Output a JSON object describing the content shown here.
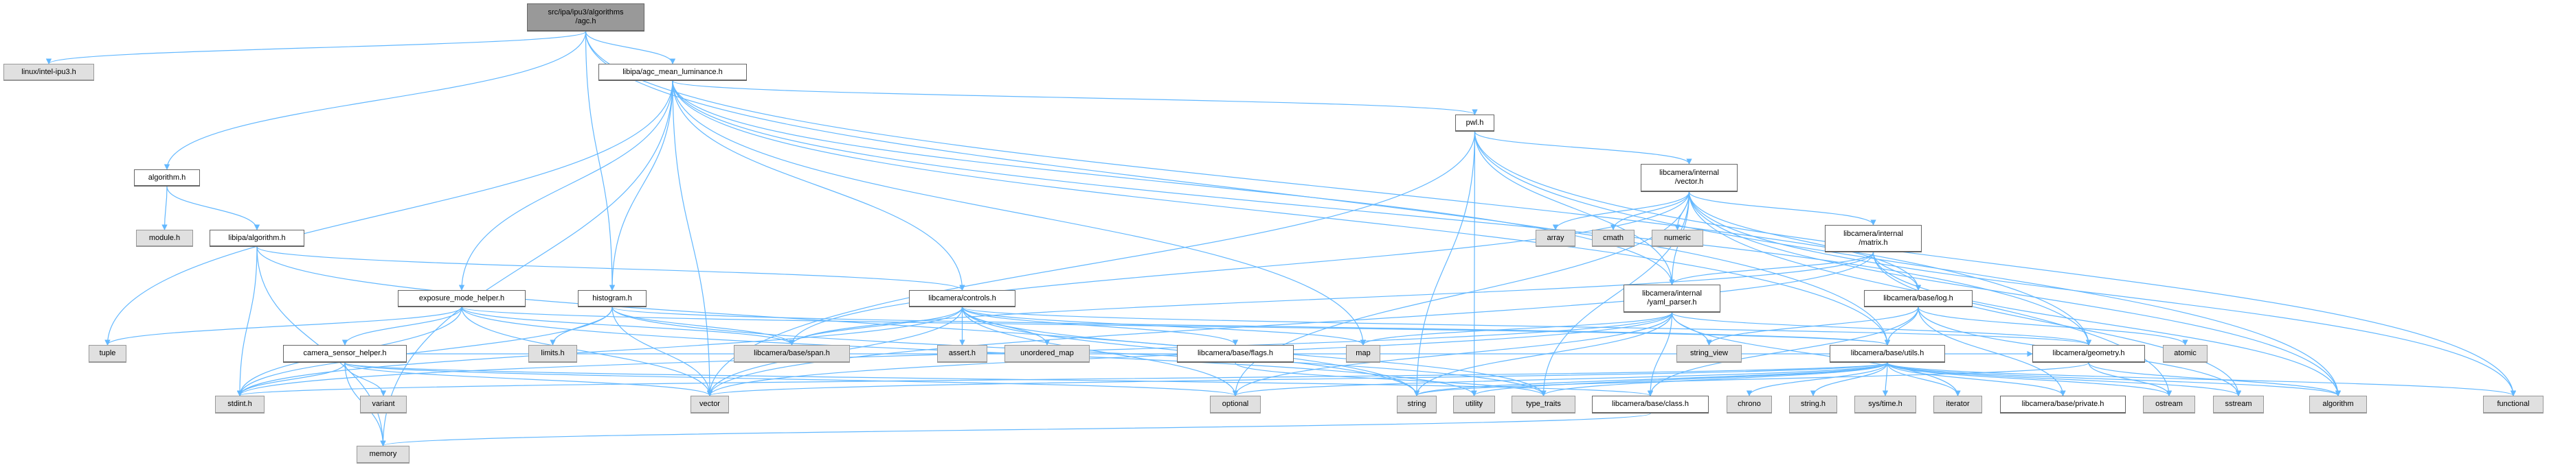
{
  "title": "src/ipa/ipu3/algorithms/agc.h include dependency graph",
  "colors": {
    "edge": "#63b8ff",
    "main_fill": "#999999",
    "internal_fill": "#ffffff",
    "external_fill": "#e0e0e0"
  },
  "nodes": [
    {
      "id": "agc",
      "label": "src/ipa/ipu3/algorithms\n/agc.h",
      "kind": "main"
    },
    {
      "id": "ipu3",
      "label": "linux/intel-ipu3.h",
      "kind": "external"
    },
    {
      "id": "aml",
      "label": "libipa/agc_mean_luminance.h",
      "kind": "internal"
    },
    {
      "id": "algorithm_h",
      "label": "algorithm.h",
      "kind": "internal"
    },
    {
      "id": "module_h",
      "label": "module.h",
      "kind": "external"
    },
    {
      "id": "libipa_algorithm",
      "label": "libipa/algorithm.h",
      "kind": "internal"
    },
    {
      "id": "emh",
      "label": "exposure_mode_helper.h",
      "kind": "internal"
    },
    {
      "id": "histogram",
      "label": "histogram.h",
      "kind": "internal"
    },
    {
      "id": "csh",
      "label": "camera_sensor_helper.h",
      "kind": "internal"
    },
    {
      "id": "tuple",
      "label": "tuple",
      "kind": "external"
    },
    {
      "id": "limits",
      "label": "limits.h",
      "kind": "external"
    },
    {
      "id": "stdint",
      "label": "stdint.h",
      "kind": "external"
    },
    {
      "id": "variant",
      "label": "variant",
      "kind": "external"
    },
    {
      "id": "memory",
      "label": "memory",
      "kind": "external"
    },
    {
      "id": "controls",
      "label": "libcamera/controls.h",
      "kind": "internal"
    },
    {
      "id": "span",
      "label": "libcamera/base/span.h",
      "kind": "external"
    },
    {
      "id": "assert",
      "label": "assert.h",
      "kind": "external"
    },
    {
      "id": "unordered_map",
      "label": "unordered_map",
      "kind": "external"
    },
    {
      "id": "flags",
      "label": "libcamera/base/flags.h",
      "kind": "internal"
    },
    {
      "id": "map",
      "label": "map",
      "kind": "external"
    },
    {
      "id": "vector",
      "label": "vector",
      "kind": "external"
    },
    {
      "id": "optional",
      "label": "optional",
      "kind": "external"
    },
    {
      "id": "pwl",
      "label": "pwl.h",
      "kind": "internal"
    },
    {
      "id": "ivector",
      "label": "libcamera/internal\n/vector.h",
      "kind": "internal"
    },
    {
      "id": "array",
      "label": "array",
      "kind": "external"
    },
    {
      "id": "cmath",
      "label": "cmath",
      "kind": "external"
    },
    {
      "id": "numeric",
      "label": "numeric",
      "kind": "external"
    },
    {
      "id": "matrix",
      "label": "libcamera/internal\n/matrix.h",
      "kind": "internal"
    },
    {
      "id": "yaml",
      "label": "libcamera/internal\n/yaml_parser.h",
      "kind": "internal"
    },
    {
      "id": "log",
      "label": "libcamera/base/log.h",
      "kind": "internal"
    },
    {
      "id": "string_view",
      "label": "string_view",
      "kind": "external"
    },
    {
      "id": "utils",
      "label": "libcamera/base/utils.h",
      "kind": "internal"
    },
    {
      "id": "geometry",
      "label": "libcamera/geometry.h",
      "kind": "internal"
    },
    {
      "id": "atomic",
      "label": "atomic",
      "kind": "external"
    },
    {
      "id": "string",
      "label": "string",
      "kind": "external"
    },
    {
      "id": "utility",
      "label": "utility",
      "kind": "external"
    },
    {
      "id": "type_traits",
      "label": "type_traits",
      "kind": "external"
    },
    {
      "id": "class",
      "label": "libcamera/base/class.h",
      "kind": "internal"
    },
    {
      "id": "chrono",
      "label": "chrono",
      "kind": "external"
    },
    {
      "id": "string_h",
      "label": "string.h",
      "kind": "external"
    },
    {
      "id": "systime",
      "label": "sys/time.h",
      "kind": "external"
    },
    {
      "id": "iterator",
      "label": "iterator",
      "kind": "external"
    },
    {
      "id": "private",
      "label": "libcamera/base/private.h",
      "kind": "internal"
    },
    {
      "id": "ostream",
      "label": "ostream",
      "kind": "external"
    },
    {
      "id": "sstream",
      "label": "sstream",
      "kind": "external"
    },
    {
      "id": "algorithm",
      "label": "algorithm",
      "kind": "external"
    },
    {
      "id": "functional",
      "label": "functional",
      "kind": "external"
    }
  ],
  "edges": [
    [
      "agc",
      "ipu3"
    ],
    [
      "agc",
      "aml"
    ],
    [
      "agc",
      "algorithm_h"
    ],
    [
      "agc",
      "histogram"
    ],
    [
      "agc",
      "geometry"
    ],
    [
      "agc",
      "utils"
    ],
    [
      "aml",
      "tuple"
    ],
    [
      "aml",
      "memory"
    ],
    [
      "aml",
      "vector"
    ],
    [
      "aml",
      "map"
    ],
    [
      "aml",
      "controls"
    ],
    [
      "aml",
      "emh"
    ],
    [
      "aml",
      "histogram"
    ],
    [
      "aml",
      "pwl"
    ],
    [
      "aml",
      "yaml"
    ],
    [
      "aml",
      "utils"
    ],
    [
      "aml",
      "geometry"
    ],
    [
      "algorithm_h",
      "module_h"
    ],
    [
      "algorithm_h",
      "libipa_algorithm"
    ],
    [
      "libipa_algorithm",
      "memory"
    ],
    [
      "libipa_algorithm",
      "stdint"
    ],
    [
      "libipa_algorithm",
      "string"
    ],
    [
      "libipa_algorithm",
      "controls"
    ],
    [
      "emh",
      "tuple"
    ],
    [
      "emh",
      "stdint"
    ],
    [
      "emh",
      "utility"
    ],
    [
      "emh",
      "vector"
    ],
    [
      "emh",
      "span"
    ],
    [
      "emh",
      "csh"
    ],
    [
      "emh",
      "utils"
    ],
    [
      "csh",
      "stdint"
    ],
    [
      "csh",
      "memory"
    ],
    [
      "csh",
      "variant"
    ],
    [
      "csh",
      "optional"
    ],
    [
      "csh",
      "vector"
    ],
    [
      "csh",
      "class"
    ],
    [
      "csh",
      "geometry"
    ],
    [
      "histogram",
      "limits"
    ],
    [
      "histogram",
      "stdint"
    ],
    [
      "histogram",
      "vector"
    ],
    [
      "histogram",
      "type_traits"
    ],
    [
      "histogram",
      "span"
    ],
    [
      "histogram",
      "utils"
    ],
    [
      "controls",
      "assert"
    ],
    [
      "controls",
      "map"
    ],
    [
      "controls",
      "optional"
    ],
    [
      "controls",
      "stdint"
    ],
    [
      "controls",
      "string"
    ],
    [
      "controls",
      "unordered_map"
    ],
    [
      "controls",
      "vector"
    ],
    [
      "controls",
      "flags"
    ],
    [
      "controls",
      "span"
    ],
    [
      "controls",
      "geometry"
    ],
    [
      "controls",
      "type_traits"
    ],
    [
      "flags",
      "type_traits"
    ],
    [
      "pwl",
      "algorithm"
    ],
    [
      "pwl",
      "functional"
    ],
    [
      "pwl",
      "string"
    ],
    [
      "pwl",
      "utility"
    ],
    [
      "pwl",
      "vector"
    ],
    [
      "pwl",
      "ivector"
    ],
    [
      "pwl",
      "yaml"
    ],
    [
      "ivector",
      "algorithm"
    ],
    [
      "ivector",
      "array"
    ],
    [
      "ivector",
      "cmath"
    ],
    [
      "ivector",
      "functional"
    ],
    [
      "ivector",
      "numeric"
    ],
    [
      "ivector",
      "optional"
    ],
    [
      "ivector",
      "ostream"
    ],
    [
      "ivector",
      "type_traits"
    ],
    [
      "ivector",
      "log"
    ],
    [
      "ivector",
      "span"
    ],
    [
      "ivector",
      "matrix"
    ],
    [
      "ivector",
      "yaml"
    ],
    [
      "matrix",
      "algorithm"
    ],
    [
      "matrix",
      "sstream"
    ],
    [
      "matrix",
      "vector"
    ],
    [
      "matrix",
      "log"
    ],
    [
      "matrix",
      "span"
    ],
    [
      "matrix",
      "yaml"
    ],
    [
      "yaml",
      "iterator"
    ],
    [
      "yaml",
      "map"
    ],
    [
      "yaml",
      "optional"
    ],
    [
      "yaml",
      "stdint"
    ],
    [
      "yaml",
      "string"
    ],
    [
      "yaml",
      "string_view"
    ],
    [
      "yaml",
      "vector"
    ],
    [
      "yaml",
      "class"
    ],
    [
      "yaml",
      "geometry"
    ],
    [
      "log",
      "atomic"
    ],
    [
      "log",
      "sstream"
    ],
    [
      "log",
      "string_view"
    ],
    [
      "log",
      "class"
    ],
    [
      "log",
      "private"
    ],
    [
      "log",
      "utils"
    ],
    [
      "utils",
      "algorithm"
    ],
    [
      "utils",
      "chrono"
    ],
    [
      "utils",
      "functional"
    ],
    [
      "utils",
      "iterator"
    ],
    [
      "utils",
      "ostream"
    ],
    [
      "utils",
      "sstream"
    ],
    [
      "utils",
      "stdint"
    ],
    [
      "utils",
      "string"
    ],
    [
      "utils",
      "string_h"
    ],
    [
      "utils",
      "systime"
    ],
    [
      "utils",
      "type_traits"
    ],
    [
      "utils",
      "utility"
    ],
    [
      "utils",
      "vector"
    ],
    [
      "utils",
      "private"
    ],
    [
      "utils",
      "optional"
    ],
    [
      "geometry",
      "algorithm"
    ],
    [
      "geometry",
      "ostream"
    ],
    [
      "geometry",
      "string"
    ],
    [
      "class",
      "memory"
    ]
  ]
}
